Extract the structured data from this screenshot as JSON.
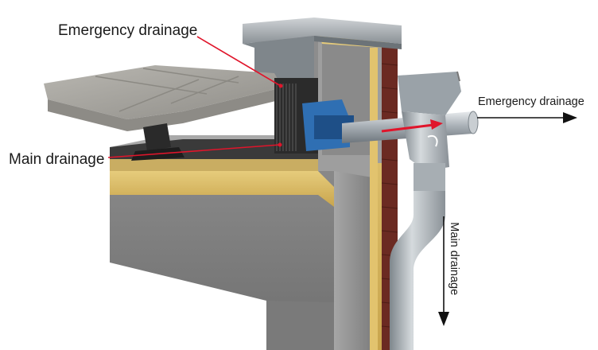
{
  "labels": {
    "emergency_top": "Emergency drainage",
    "main_left": "Main drainage",
    "emergency_right": "Emergency drainage",
    "main_vertical": "Main drainage"
  },
  "colors": {
    "pointer_red": "#e0152b",
    "arrow_black": "#111111",
    "insulation_yellow": "#d8b65a",
    "concrete_grey": "#9a9a9a",
    "membrane_blue": "#2f6fb3",
    "brick_red": "#6b2a22"
  }
}
